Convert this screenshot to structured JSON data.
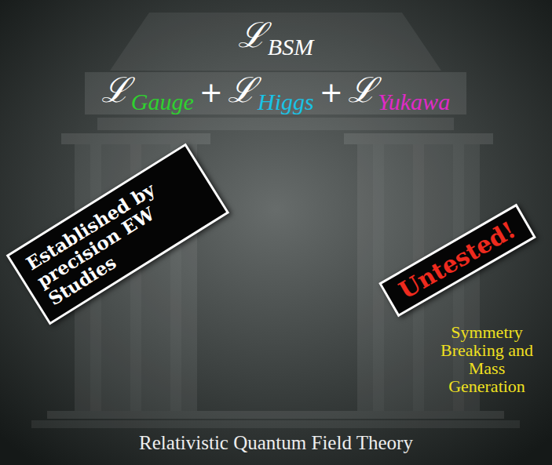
{
  "diagram": {
    "nodes": [
      {
        "text": [
          "Established by precision EW Studies"
        ]
      },
      {
        "text": [
          "Untested!"
        ]
      }
    ],
    "labels": [
      "ℒ",
      "BSM",
      "ℒ",
      "Gauge",
      "+",
      "ℒ",
      "Higgs",
      "+",
      "ℒ",
      "Yukawa",
      "Symmetry Breaking and Mass Generation",
      "Relativistic Quantum Field Theory"
    ]
  }
}
